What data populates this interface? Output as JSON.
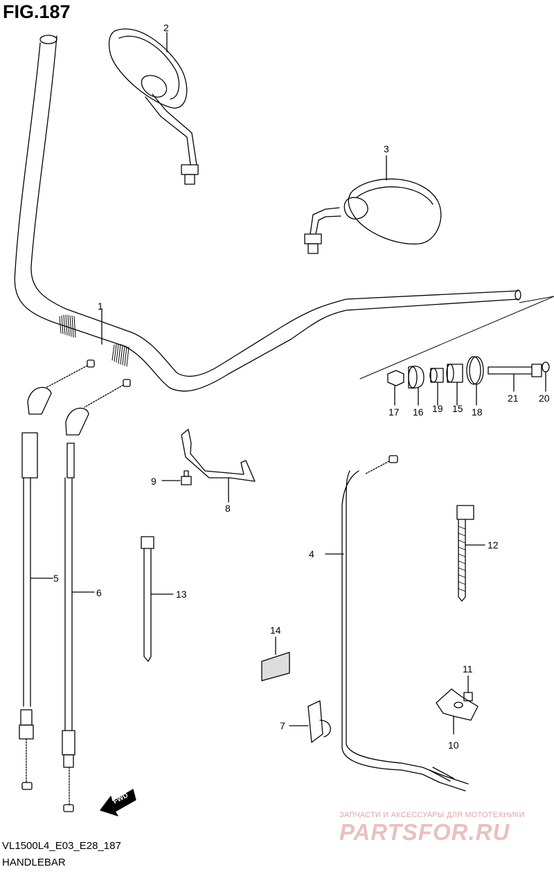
{
  "figure": {
    "title": "FIG.187"
  },
  "diagram": {
    "callouts": [
      "1",
      "2",
      "3",
      "4",
      "5",
      "6",
      "7",
      "8",
      "9",
      "10",
      "11",
      "12",
      "13",
      "14",
      "15",
      "16",
      "17",
      "18",
      "19",
      "20",
      "21"
    ]
  },
  "fwd_label": "FWD",
  "footer": {
    "code": "VL1500L4_E03_E28_187",
    "name": "HANDLEBAR"
  },
  "watermark": {
    "tagline": "ЗАПЧАСТИ И АКСЕССУАРЫ ДЛЯ МОТОТЕХНИКИ",
    "logo": "PARTSFOR.RU"
  }
}
